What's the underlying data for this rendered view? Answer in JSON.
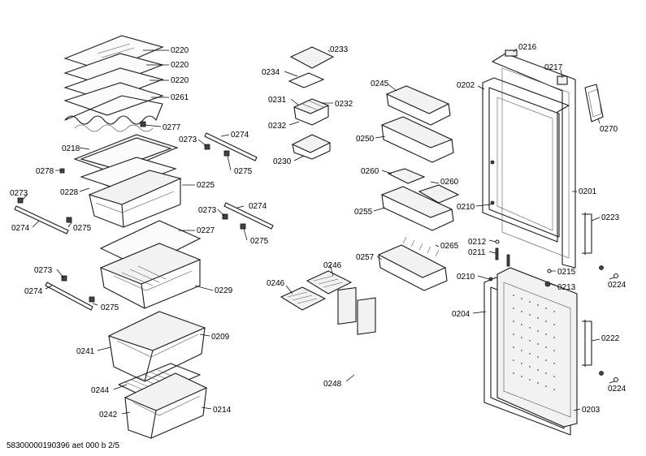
{
  "document_code": "58300000190396 aet 000 b 2/5",
  "labels": [
    "0220",
    "0220",
    "0220",
    "0261",
    "0277",
    "0218",
    "0278",
    "0228",
    "0273",
    "0274",
    "0275",
    "0225",
    "0273",
    "0274",
    "0275",
    "0273",
    "0274",
    "0275",
    "0227",
    "0229",
    "0273",
    "0274",
    "0275",
    "0209",
    "0241",
    "0244",
    "0214",
    "0242",
    "0233",
    "0234",
    "0231",
    "0232",
    "0232",
    "0230",
    "0245",
    "0250",
    "0260",
    "0260",
    "0255",
    "0265",
    "0257",
    "0246",
    "0246",
    "0248",
    "0216",
    "0217",
    "0202",
    "0270",
    "0201",
    "0223",
    "0210",
    "0212",
    "0211",
    "0215",
    "0213",
    "0224",
    "0210",
    "0204",
    "0222",
    "0224",
    "0203"
  ]
}
